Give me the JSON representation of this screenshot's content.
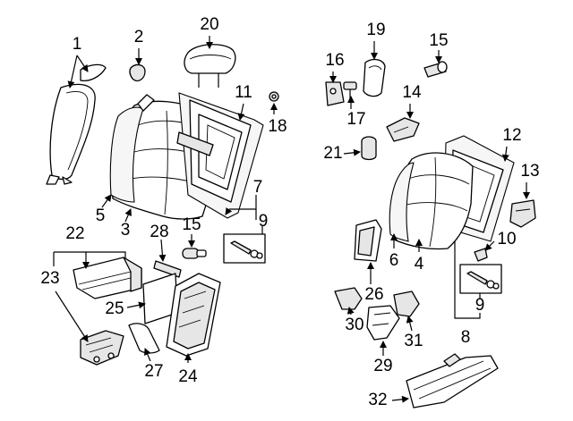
{
  "callouts": {
    "c1": "1",
    "c2": "2",
    "c3": "3",
    "c4": "4",
    "c5": "5",
    "c6": "6",
    "c7": "7",
    "c8": "8",
    "c9a": "9",
    "c9b": "9",
    "c10": "10",
    "c11": "11",
    "c12": "12",
    "c13": "13",
    "c14": "14",
    "c15a": "15",
    "c15b": "15",
    "c16": "16",
    "c17": "17",
    "c18": "18",
    "c19": "19",
    "c20": "20",
    "c21": "21",
    "c22": "22",
    "c23": "23",
    "c24": "24",
    "c25": "25",
    "c26": "26",
    "c27": "27",
    "c28": "28",
    "c29": "29",
    "c30": "30",
    "c31": "31",
    "c32": "32"
  }
}
